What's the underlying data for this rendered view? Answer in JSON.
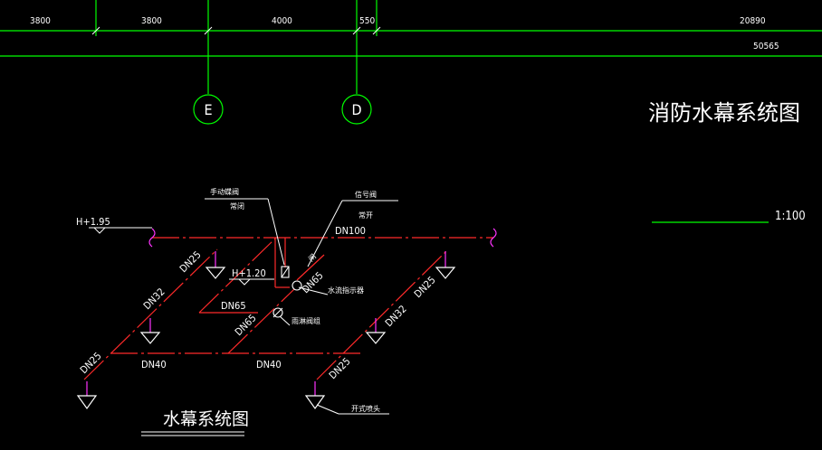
{
  "dimensions": {
    "d1": "3800",
    "d2": "3800",
    "d3": "4000",
    "d4": "550",
    "d5": "20890",
    "total": "50565"
  },
  "axes": {
    "e": "E",
    "d": "D"
  },
  "title": "消防水幕系统图",
  "scale": "1:100",
  "caption": "水幕系统图",
  "elevations": {
    "top": "H+1.95",
    "valve": "H+1.20"
  },
  "pipes": {
    "main": "DN100",
    "riser_a": "DN65",
    "riser_b": "DN65",
    "branch_left": "DN65",
    "bottom_1": "DN40",
    "bottom_2": "DN40",
    "left_1": "DN25",
    "left_2": "DN32",
    "left_3": "DN25",
    "right_1": "DN25",
    "right_2": "DN32",
    "right_3": "DN25"
  },
  "annotations": {
    "manual_valve": "手动蝶阀",
    "manual_valve_state": "常闭",
    "signal_valve": "信号阀",
    "signal_valve_state": "常开",
    "flow_indicator": "水流指示器",
    "deluge_valve": "雨淋阀组",
    "open_head": "开式喷头",
    "small": "闸"
  },
  "colors": {
    "dim": "#00ff00",
    "pipe": "#ff2a2a",
    "riser": "#ff33ff",
    "text": "#ffffff",
    "sprinkler": "#ffffff"
  }
}
